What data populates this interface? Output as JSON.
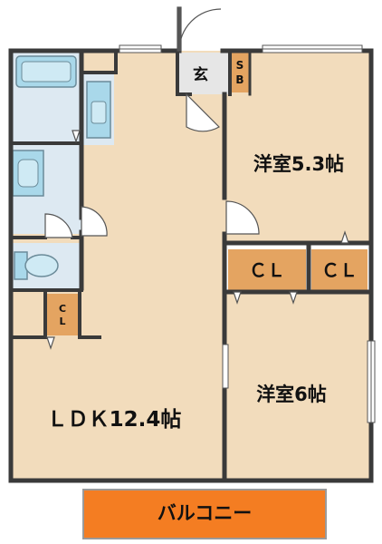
{
  "floorplan": {
    "rooms": {
      "entrance": "玄",
      "shoe_box": "SB",
      "bedroom_a": "洋室5.3帖",
      "closet_a": "ＣＬ",
      "closet_b": "ＣＬ",
      "closet_small": "CL",
      "bedroom_b": "洋室6帖",
      "ldk": "ＬＤＫ12.4帖",
      "balcony": "バルコニー"
    },
    "colors": {
      "wall": "#3a3a3a",
      "floor": "#f2dcbc",
      "wet_area": "#dde9f2",
      "fixture": "#a9d8ea",
      "storage": "#e4a461",
      "balcony": "#f47d22",
      "entrance_floor": "#e6e6e6"
    }
  }
}
